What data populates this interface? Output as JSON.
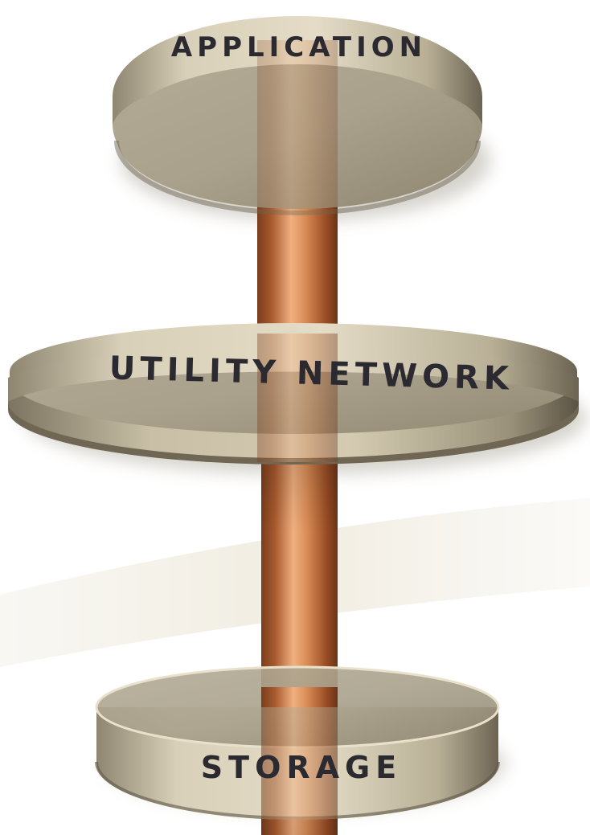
{
  "diagram": {
    "tiers": {
      "application": {
        "label": "APPLICATION"
      },
      "utility_network": {
        "label": "UTILITY NETWORK"
      },
      "storage": {
        "label": "STORAGE"
      }
    },
    "colors": {
      "disc_face": "#ddd5bd",
      "disc_top": "#bcb4a0",
      "disc_shadow": "#6f6754",
      "pillar": "#c87a48",
      "pillar_highlight": "#f0b080",
      "background_swoosh": "#f3f0e8",
      "label_text": "#2b2a30"
    }
  }
}
